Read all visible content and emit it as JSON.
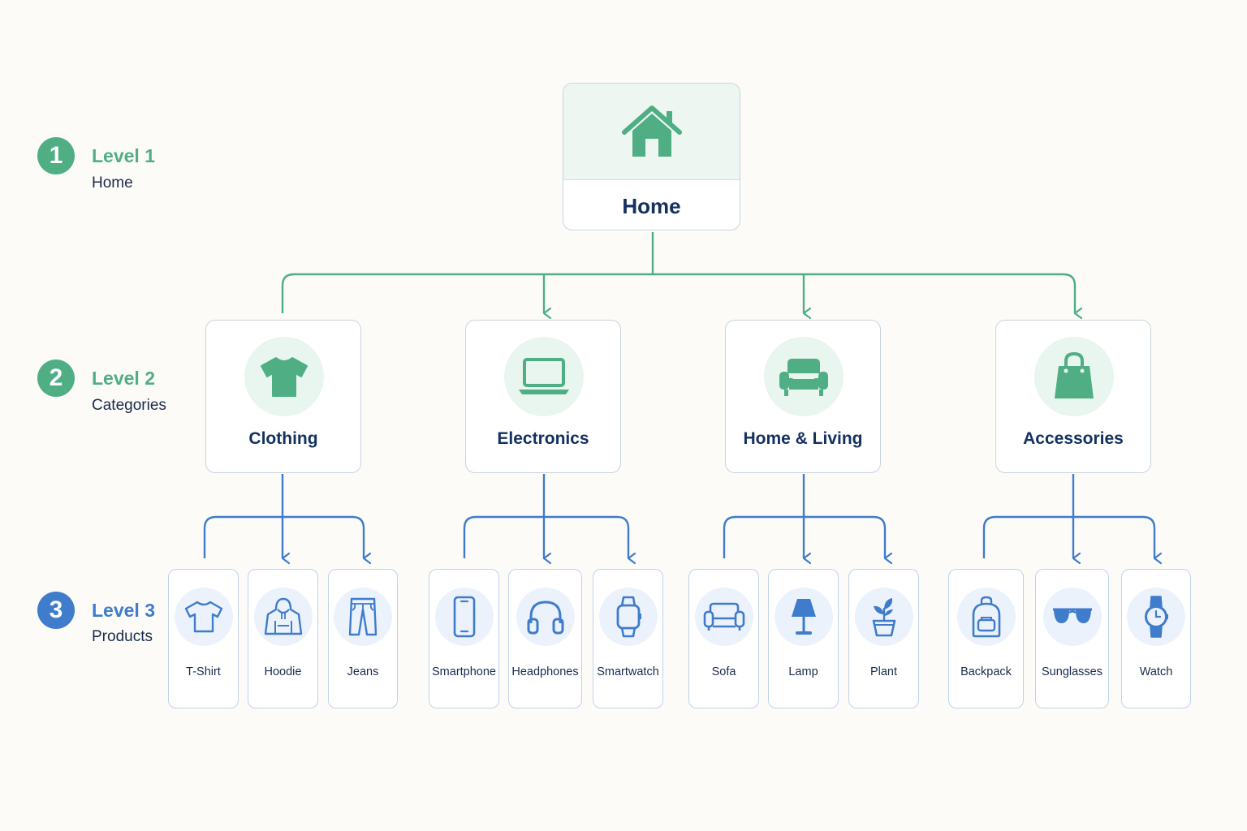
{
  "colors": {
    "green": "#4fae84",
    "blue": "#3f7ccb",
    "navy": "#13305f"
  },
  "levels": [
    {
      "number": "1",
      "title": "Level 1",
      "subtitle": "Home"
    },
    {
      "number": "2",
      "title": "Level 2",
      "subtitle": "Categories"
    },
    {
      "number": "3",
      "title": "Level 3",
      "subtitle": "Products"
    }
  ],
  "home": {
    "label": "Home",
    "icon": "house-icon"
  },
  "categories": [
    {
      "label": "Clothing",
      "icon": "tshirt-icon"
    },
    {
      "label": "Electronics",
      "icon": "laptop-icon"
    },
    {
      "label": "Home & Living",
      "icon": "armchair-icon"
    },
    {
      "label": "Accessories",
      "icon": "shopping-bag-icon"
    }
  ],
  "products": [
    {
      "label": "T-Shirt",
      "icon": "tshirt-outline-icon"
    },
    {
      "label": "Hoodie",
      "icon": "hoodie-icon"
    },
    {
      "label": "Jeans",
      "icon": "jeans-icon"
    },
    {
      "label": "Smartphone",
      "icon": "smartphone-icon"
    },
    {
      "label": "Headphones",
      "icon": "headphones-icon"
    },
    {
      "label": "Smartwatch",
      "icon": "smartwatch-icon"
    },
    {
      "label": "Sofa",
      "icon": "sofa-icon"
    },
    {
      "label": "Lamp",
      "icon": "lamp-icon"
    },
    {
      "label": "Plant",
      "icon": "plant-icon"
    },
    {
      "label": "Backpack",
      "icon": "backpack-icon"
    },
    {
      "label": "Sunglasses",
      "icon": "sunglasses-icon"
    },
    {
      "label": "Watch",
      "icon": "watch-icon"
    }
  ]
}
